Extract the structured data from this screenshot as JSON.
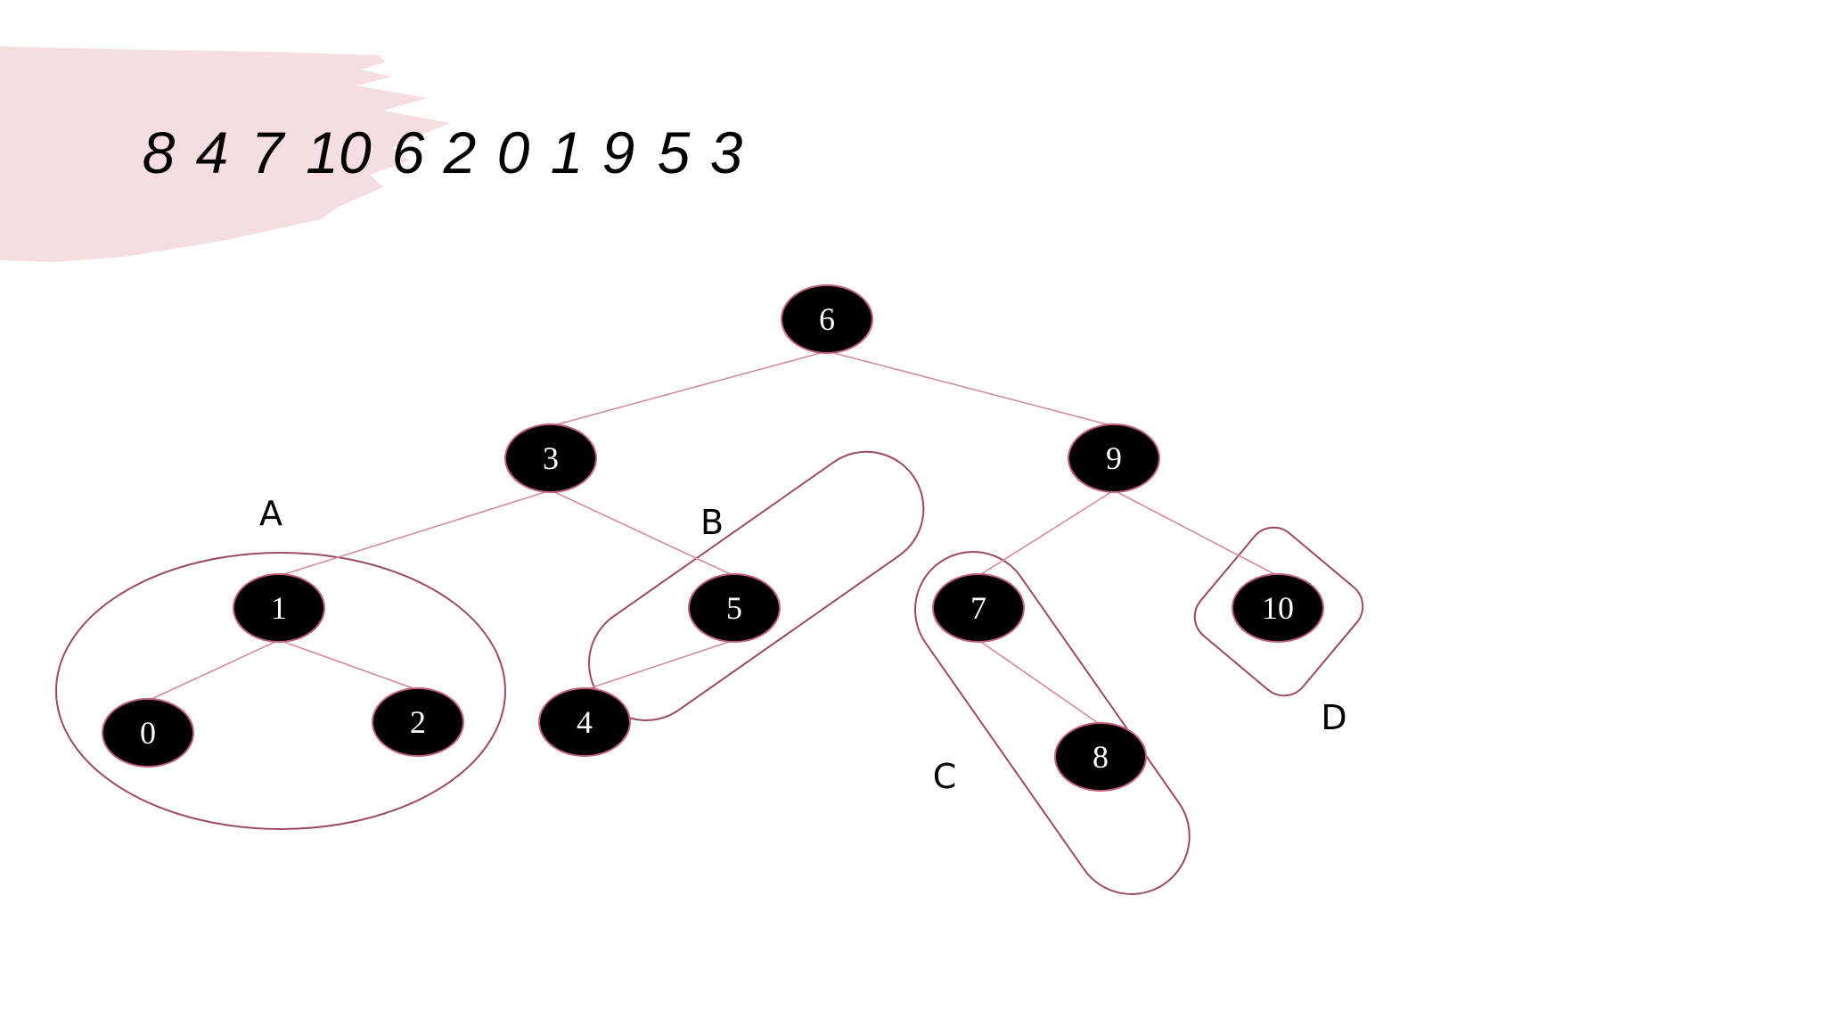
{
  "sequence": {
    "values": [
      "8",
      "4",
      "7",
      "10",
      "6",
      "2",
      "0",
      "1",
      "9",
      "5",
      "3"
    ]
  },
  "tree": {
    "nodes": [
      {
        "id": "6",
        "label": "6"
      },
      {
        "id": "3",
        "label": "3"
      },
      {
        "id": "9",
        "label": "9"
      },
      {
        "id": "1",
        "label": "1"
      },
      {
        "id": "5",
        "label": "5"
      },
      {
        "id": "7",
        "label": "7"
      },
      {
        "id": "10",
        "label": "10"
      },
      {
        "id": "0",
        "label": "0"
      },
      {
        "id": "2",
        "label": "2"
      },
      {
        "id": "4",
        "label": "4"
      },
      {
        "id": "8",
        "label": "8"
      }
    ],
    "edges": [
      [
        "6",
        "3"
      ],
      [
        "6",
        "9"
      ],
      [
        "3",
        "1"
      ],
      [
        "3",
        "5"
      ],
      [
        "9",
        "7"
      ],
      [
        "9",
        "10"
      ],
      [
        "1",
        "0"
      ],
      [
        "1",
        "2"
      ],
      [
        "5",
        "4"
      ],
      [
        "7",
        "8"
      ]
    ]
  },
  "groups": [
    {
      "label": "A",
      "members": [
        "1",
        "0",
        "2"
      ]
    },
    {
      "label": "B",
      "members": [
        "5",
        "4"
      ]
    },
    {
      "label": "C",
      "members": [
        "7",
        "8"
      ]
    },
    {
      "label": "D",
      "members": [
        "10"
      ]
    }
  ],
  "colors": {
    "node_fill": "#000000",
    "node_border": "#c0607a",
    "edge": "#d38a9c",
    "group_outline": "#9a4a62",
    "brush": "#f6dde2",
    "node_text": "#ffffff"
  }
}
